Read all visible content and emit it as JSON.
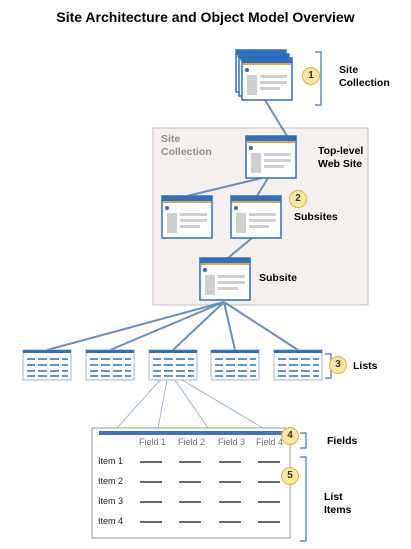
{
  "title": "Site Architecture and Object Model Overview",
  "site_collection_outer": {
    "line1": "Site",
    "line2": "Collection"
  },
  "site_collection_inner": {
    "line1": "Site",
    "line2": "Collection"
  },
  "top_level": {
    "line1": "Top-level",
    "line2": "Web Site"
  },
  "subsites": "Subsites",
  "subsite": "Subsite",
  "lists": "Lists",
  "fields_label": "Fields",
  "list_items_label": {
    "line1": "List",
    "line2": "Items"
  },
  "fields": [
    "Field 1",
    "Field 2",
    "Field 3",
    "Field 4"
  ],
  "items": [
    "Item 1",
    "Item 2",
    "Item 3",
    "Item 4"
  ],
  "badges": [
    "1",
    "2",
    "3",
    "4",
    "5"
  ],
  "colors": {
    "accent": "#2f6fbf",
    "panel": "#f5efee",
    "badge": "#f7e7a1",
    "connector": "#6c8fb8"
  }
}
